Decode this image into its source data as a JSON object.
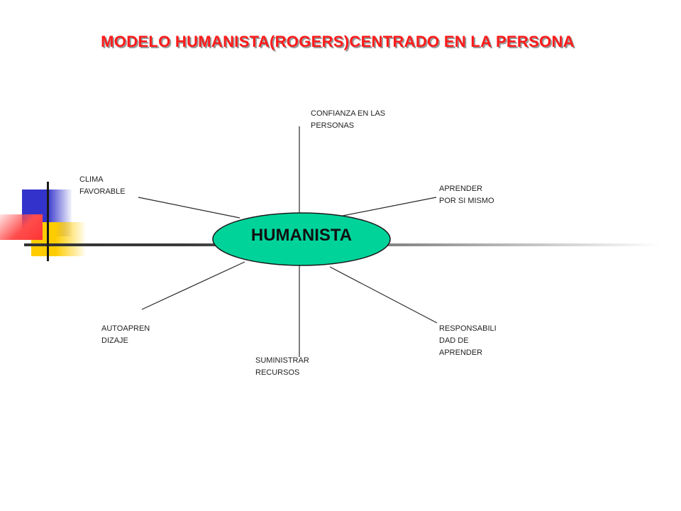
{
  "title": "MODELO HUMANISTA(ROGERS)CENTRADO EN LA PERSONA",
  "colors": {
    "title": "#ff1a1a",
    "hub_fill": "#00d39a",
    "spoke": "#2a2a2a",
    "deco_blue": "#3333cc",
    "deco_yellow": "#ffcc00",
    "deco_red": "#ff3333"
  },
  "hub": {
    "label": "HUMANISTA"
  },
  "nodes": {
    "confianza": {
      "line1": "CONFIANZA  EN LAS",
      "line2": "PERSONAS"
    },
    "clima": {
      "line1": "CLIMA",
      "line2": "FAVORABLE"
    },
    "aprender": {
      "line1": "APRENDER",
      "line2": "POR SI MISMO"
    },
    "autoaprendizaje": {
      "line1": "AUTOAPREN",
      "line2": "DIZAJE"
    },
    "suministrar": {
      "line1": "SUMINISTRAR",
      "line2": "RECURSOS"
    },
    "responsabilidad": {
      "line1": "RESPONSABILI",
      "line2": "DAD DE",
      "line3": "APRENDER"
    }
  }
}
